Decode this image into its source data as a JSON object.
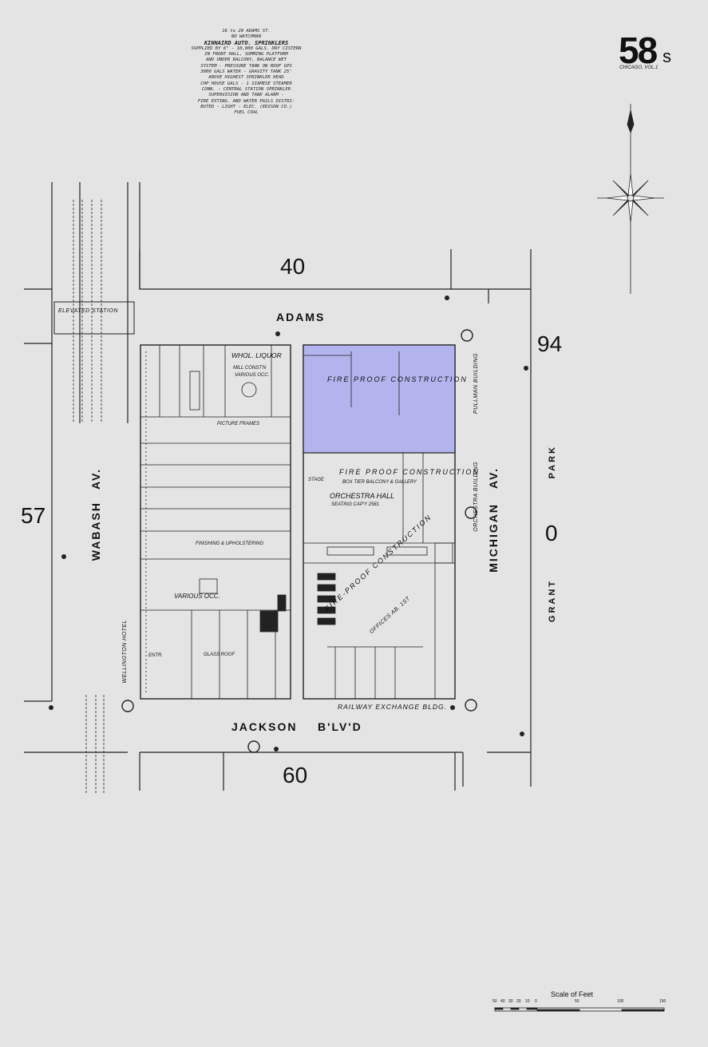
{
  "sheet": {
    "number": "58",
    "suffix": "s",
    "subtitle": "CHICAGO, VOL.1"
  },
  "notes": [
    "16 to 20 ADAMS ST.",
    "NO WATCHMAN",
    "KINNAIRD AUTO. SPRINKLERS",
    "SUPPLIED BY 6\" - 10,000 GALS. DRY CISTERN",
    "IN FRONT HALL, SUMMING PLATFORM",
    "AND UNDER BALCONY, BALANCE WET",
    "SYSTEM - PRESSURE TANK ON ROOF GPS",
    "3000 GALS WATER - GRAVITY TANK 25'",
    "ABOVE HIGHEST SPRINKLER HEAD",
    "CHP HOUSE GALS - 1 SIAMESE STEAMER",
    "CONN. - CENTRAL STATION SPRINKLER",
    "SUPERVISION AND TANK ALARM -",
    "FIRE EXTING. AND WATER PAILS DISTRI-",
    "BUTED - LIGHT - ELEC. (EDISON CO.)",
    "FUEL COAL"
  ],
  "streets": {
    "north": "ADAMS",
    "south": "JACKSON",
    "south_suffix": "B'LV'D",
    "west": "WABASH",
    "west_suffix": "AV.",
    "east": "MICHIGAN",
    "east_suffix": "AV.",
    "park": "GRANT",
    "park_suffix": "PARK"
  },
  "block_numbers": {
    "north": "40",
    "south": "60",
    "west": "57",
    "east": "94",
    "park": "0"
  },
  "labels": {
    "elevated_station": "ELEVATED STATION",
    "fire_proof_1": "FIRE PROOF CONSTRUCTION",
    "fire_proof_2": "FIRE PROOF CONSTRUCTION",
    "fire_proof_3": "FIRE-PROOF CONSTRUCTION",
    "orchestra_hall": "ORCHESTRA HALL",
    "seating": "SEATING CAP'Y 2581",
    "box_tier": "BOX TIER BALCONY & GALLERY",
    "stage": "STAGE",
    "offices": "OFFICES AB. 1ST",
    "pullman": "PULLMAN BUILDING",
    "orchestra_building": "ORCHESTRA BUILDING",
    "railway_exchange": "RAILWAY EXCHANGE BLDG.",
    "wellington": "WELLINGTON HOTEL",
    "whol_liquor": "WHOL. LIQUOR",
    "mill_const": "MILL CONST'N",
    "various_occ": "VARIOUS OCC.",
    "various_occ_2": "VARIOUS OCC.",
    "picture_frames": "PICTURE FRAMES",
    "finishing": "FINISHING & UPHOLSTERING",
    "glass_roof": "GLASS ROOF",
    "entr": "ENTR."
  },
  "scale": {
    "title": "Scale of Feet",
    "ticks": [
      "50",
      "40",
      "30",
      "20",
      "10",
      "0",
      "50",
      "100",
      "150"
    ]
  },
  "colors": {
    "highlight": "#b3b3ee",
    "ink": "#1a1a1a",
    "paper": "#e4e4e4"
  }
}
